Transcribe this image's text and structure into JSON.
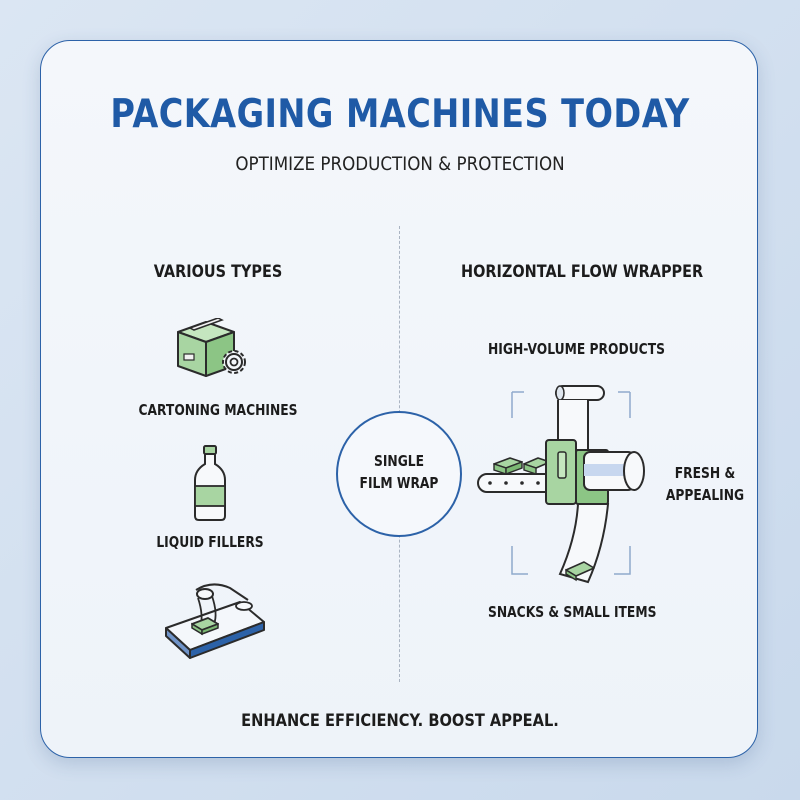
{
  "title": "PACKAGING MACHINES TODAY",
  "subtitle": "OPTIMIZE PRODUCTION & PROTECTION",
  "left": {
    "heading": "VARIOUS TYPES",
    "items": [
      {
        "label": "CARTONING MACHINES",
        "icon": "carton-gear-icon"
      },
      {
        "label": "LIQUID FILLERS",
        "icon": "bottle-icon"
      },
      {
        "label": "",
        "icon": "conveyor-wrapper-icon"
      }
    ]
  },
  "center": {
    "line1": "SINGLE",
    "line2": "FILM WRAP"
  },
  "right": {
    "heading": "HORIZONTAL FLOW WRAPPER",
    "top_label": "HIGH-VOLUME PRODUCTS",
    "side_line1": "FRESH &",
    "side_line2": "APPEALING",
    "bottom_label": "SNACKS & SMALL ITEMS",
    "icon": "flow-wrapper-machine-icon"
  },
  "footer": "ENHANCE EFFICIENCY. BOOST APPEAL.",
  "colors": {
    "accent": "#1f5aa6",
    "green": "#a8d5a2",
    "outline": "#2b2b2b"
  }
}
